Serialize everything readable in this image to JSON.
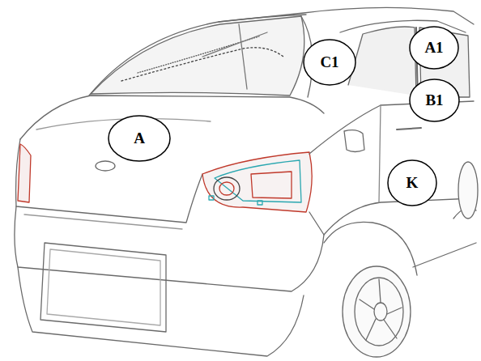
{
  "diagram": {
    "nodes": [
      {
        "text": [
          "A1"
        ]
      },
      {
        "text": [
          "C1"
        ]
      },
      {
        "text": [
          "B1"
        ]
      },
      {
        "text": [
          "A"
        ]
      },
      {
        "text": [
          "K"
        ]
      }
    ]
  }
}
